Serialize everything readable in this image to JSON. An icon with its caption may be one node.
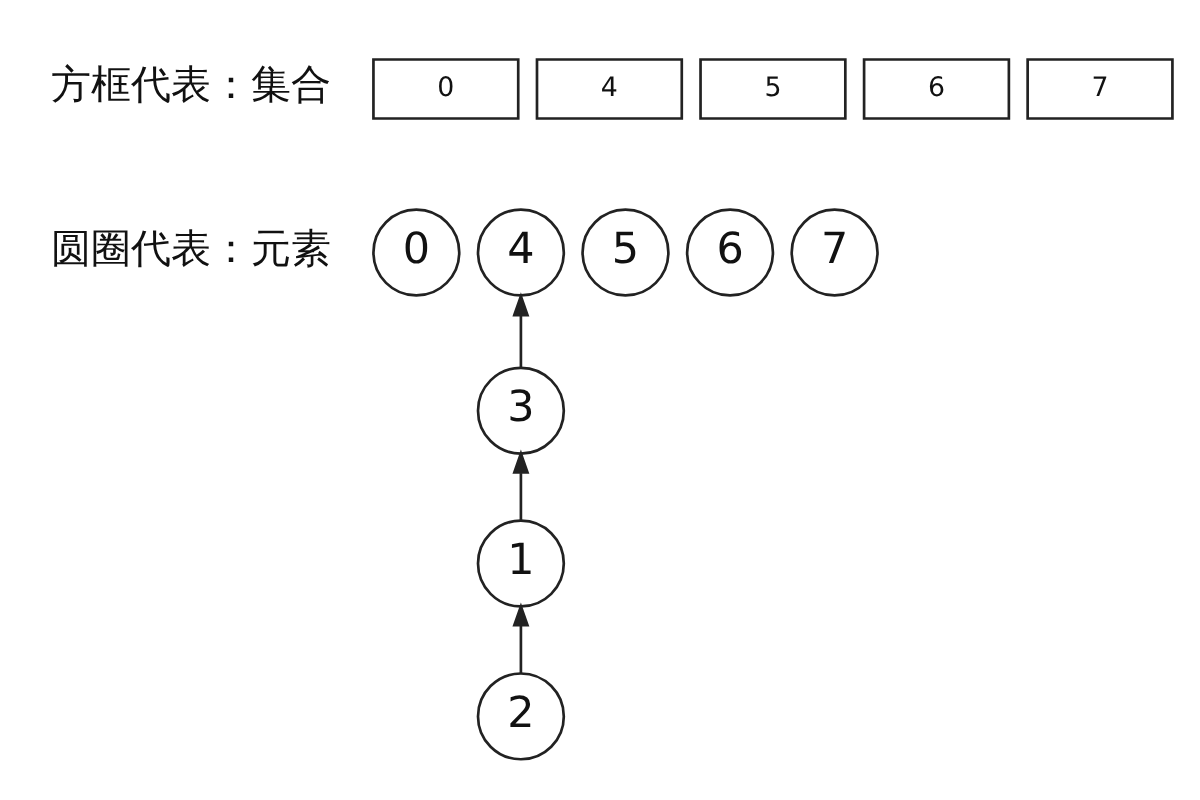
{
  "diagram": {
    "nodes": [
      {
        "text": [
          "0"
        ]
      },
      {
        "text": [
          "4"
        ]
      },
      {
        "text": [
          "5"
        ]
      },
      {
        "text": [
          "6"
        ]
      },
      {
        "text": [
          "7"
        ]
      },
      {
        "text": [
          "0"
        ]
      },
      {
        "text": [
          "4"
        ]
      },
      {
        "text": [
          "5"
        ]
      },
      {
        "text": [
          "6"
        ]
      },
      {
        "text": [
          "7"
        ]
      },
      {
        "text": [
          "3"
        ]
      },
      {
        "text": [
          "1"
        ]
      },
      {
        "text": [
          "2"
        ]
      }
    ],
    "edges": [
      {
        "from": 12,
        "to": 11,
        "arrow": "to"
      },
      {
        "from": 11,
        "to": 10,
        "arrow": "to"
      },
      {
        "from": 10,
        "to": 6,
        "arrow": "to"
      }
    ],
    "labels": [
      "方框代表：集合",
      "圆圈代表：元素"
    ]
  }
}
